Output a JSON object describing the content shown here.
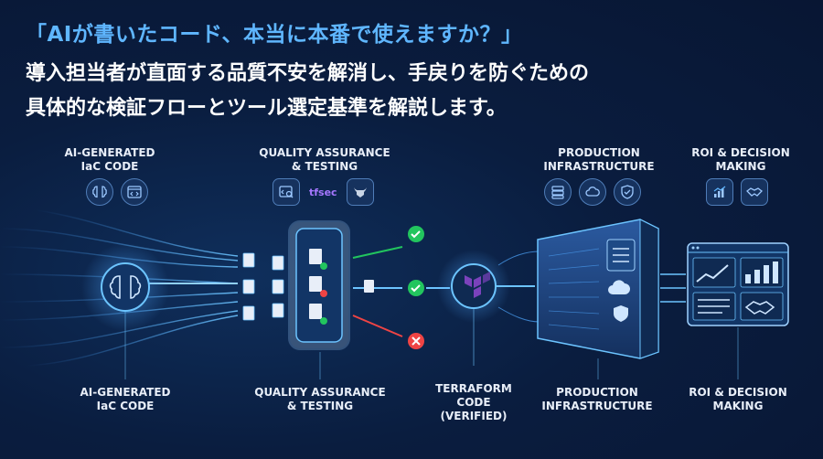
{
  "headline": {
    "line1": "「AIが書いたコード、本当に本番で使えますか？」",
    "line2": "導入担当者が直面する品質不安を解消し、手戻りを防ぐための",
    "line3": "具体的な検証フローとツール選定基準を解説します。"
  },
  "stages": [
    {
      "id": "ai-code",
      "top_label": "AI-GENERATED\nIaC CODE",
      "bottom_label": "AI-GENERATED\nIaC CODE",
      "icons": [
        "brain-icon",
        "code-window-icon"
      ]
    },
    {
      "id": "qa",
      "top_label": "QUALITY ASSURANCE\n& TESTING",
      "bottom_label": "QUALITY ASSURANCE\n& TESTING",
      "icons": [
        "code-scan-icon",
        "tfsec-logo",
        "bull-logo"
      ],
      "tool_text": "tfsec"
    },
    {
      "id": "terraform",
      "bottom_label": "TERRAFORM\nCODE\n(VERIFIED)",
      "icons": [
        "terraform-logo"
      ]
    },
    {
      "id": "infra",
      "top_label": "PRODUCTION\nINFRASTRUCTURE",
      "bottom_label": "PRODUCTION\nINFRASTRUCTURE",
      "icons": [
        "server-icon",
        "cloud-icon",
        "shield-check-icon"
      ]
    },
    {
      "id": "roi",
      "top_label": "ROI & DECISION\nMAKING",
      "bottom_label": "ROI & DECISION\nMAKING",
      "icons": [
        "bar-chart-icon",
        "handshake-icon"
      ]
    }
  ],
  "colors": {
    "accent_blue": "#5fb6ff",
    "background": "#0a1d3f",
    "pass_green": "#22c55e",
    "fail_red": "#ef4444",
    "terraform_purple": "#7b42bc"
  }
}
